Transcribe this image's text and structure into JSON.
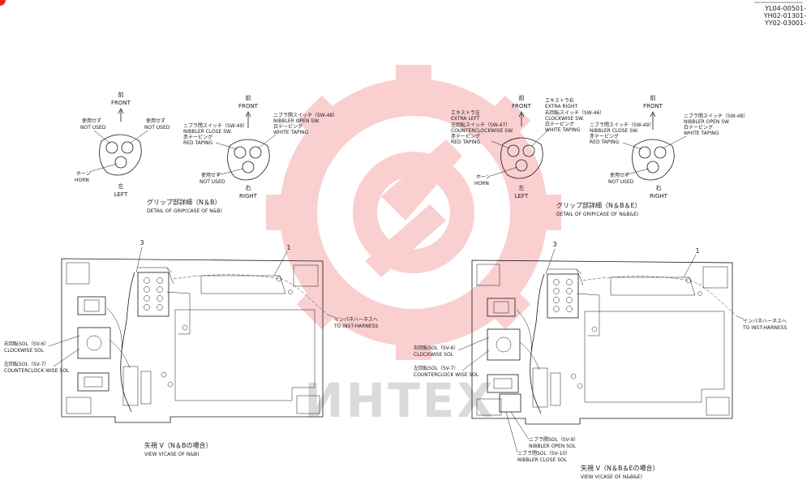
{
  "doc_codes": [
    "YL04-00501-",
    "YH02-01301-",
    "YY02-03001-"
  ],
  "watermark": {
    "text": "ИНТЕХ",
    "gear_color": "#e8242a"
  },
  "grip_left_nb": {
    "front_jp": "前",
    "front_en": "FRONT",
    "not_used_l_jp": "使用せず",
    "not_used_l_en": "NOT USED",
    "not_used_r_jp": "使用せず",
    "not_used_r_en": "NOT USED",
    "horn_jp": "ホーン",
    "horn_en": "HORN",
    "side_jp": "左",
    "side_en": "LEFT"
  },
  "grip_right_nb": {
    "front_jp": "前",
    "front_en": "FRONT",
    "close_jp": "ニブラ閉スイッチ（SW-49）",
    "close_en": "NIBBLER CLOSE SW.",
    "close_tape_jp": "赤テーピング",
    "close_tape_en": "RED TAPING",
    "open_jp": "ニブラ開スイッチ（SW-48）",
    "open_en": "NIBBLER OPEN SW.",
    "open_tape_jp": "白テーピング",
    "open_tape_en": "WHITE TAPING",
    "not_used_jp": "使用せず",
    "not_used_en": "NOT USED",
    "side_jp": "右",
    "side_en": "RIGHT"
  },
  "caption_nb": {
    "jp": "グリップ部詳細（N＆B）",
    "en": "DETAIL OF GRIP(CASE OF N&B)"
  },
  "grip_left_nbe": {
    "front_jp": "前",
    "front_en": "FRONT",
    "extra_left_jp": "エキストラ左",
    "extra_left_en": "EXTRA LEFT",
    "ccw_jp": "左回転スイッチ（SW-47）",
    "ccw_en": "COUNTERCLOCKWISE SW.",
    "ccw_tape_jp": "赤テーピング",
    "ccw_tape_en": "RED TAPING",
    "extra_right_jp": "エキストラ右",
    "extra_right_en": "EXTRA RIGHT",
    "cw_jp": "右回転スイッチ（SW-46）",
    "cw_en": "CLOCKWISE SW.",
    "cw_tape_jp": "白テーピング",
    "cw_tape_en": "WHITE TAPING",
    "horn_jp": "ホーン",
    "horn_en": "HORN",
    "side_jp": "左",
    "side_en": "LEFT"
  },
  "grip_right_nbe": {
    "front_jp": "前",
    "front_en": "FRONT",
    "close_jp": "ニブラ閉スイッチ（SW-49）",
    "close_en": "NIBBLER CLOSE SW.",
    "close_tape_jp": "赤テーピング",
    "close_tape_en": "RED TAPING",
    "open_jp": "ニブラ開スイッチ（SW-48）",
    "open_en": "NIBBLER OPEN SW.",
    "open_tape_jp": "白テーピング",
    "open_tape_en": "WHITE TAPING",
    "not_used_jp": "使用せず",
    "not_used_en": "NOT USED",
    "side_jp": "右",
    "side_en": "RIGHT"
  },
  "caption_nbe": {
    "jp": "グリップ部詳細（N＆B＆E）",
    "en": "DETAIL OF GRIP(CASE OF N&B&E)"
  },
  "view_nb": {
    "num3": "3",
    "num1": "1",
    "inst_jp": "インパネハーネスへ",
    "inst_en": "TO INST-HARNESS",
    "sv6_jp": "右回転SOL（SV-6）",
    "sv6_en": "CLOCKWISE SOL",
    "sv7_jp": "左回転SOL（SV-7）",
    "sv7_en": "COUNTERCLOCK WISE SOL",
    "caption_jp": "矢視 V（N＆Bの場合）",
    "caption_en": "VIEW V(CASE OF N&B)"
  },
  "view_nbe": {
    "num3": "3",
    "num1": "1",
    "inst_jp": "インパネハーネスへ",
    "inst_en": "TO INST-HARNESS",
    "sv6_jp": "右回転SOL（SV-6）",
    "sv6_en": "CLOCKWISE SOL",
    "sv7_jp": "左回転SOL（SV-7）",
    "sv7_en": "COUNTERCLOCK WISE SOL",
    "sv9_jp": "ニブラ開SOL（SV-9）",
    "sv9_en": "NIBBLER OPEN SOL",
    "sv10_jp": "ニブラ閉SOL（SV-10）",
    "sv10_en": "NIBBLER CLOSE SOL",
    "caption_jp": "矢視 V（N＆B＆Eの場合）",
    "caption_en": "VIEW V(CASE OF N&B&E)"
  }
}
